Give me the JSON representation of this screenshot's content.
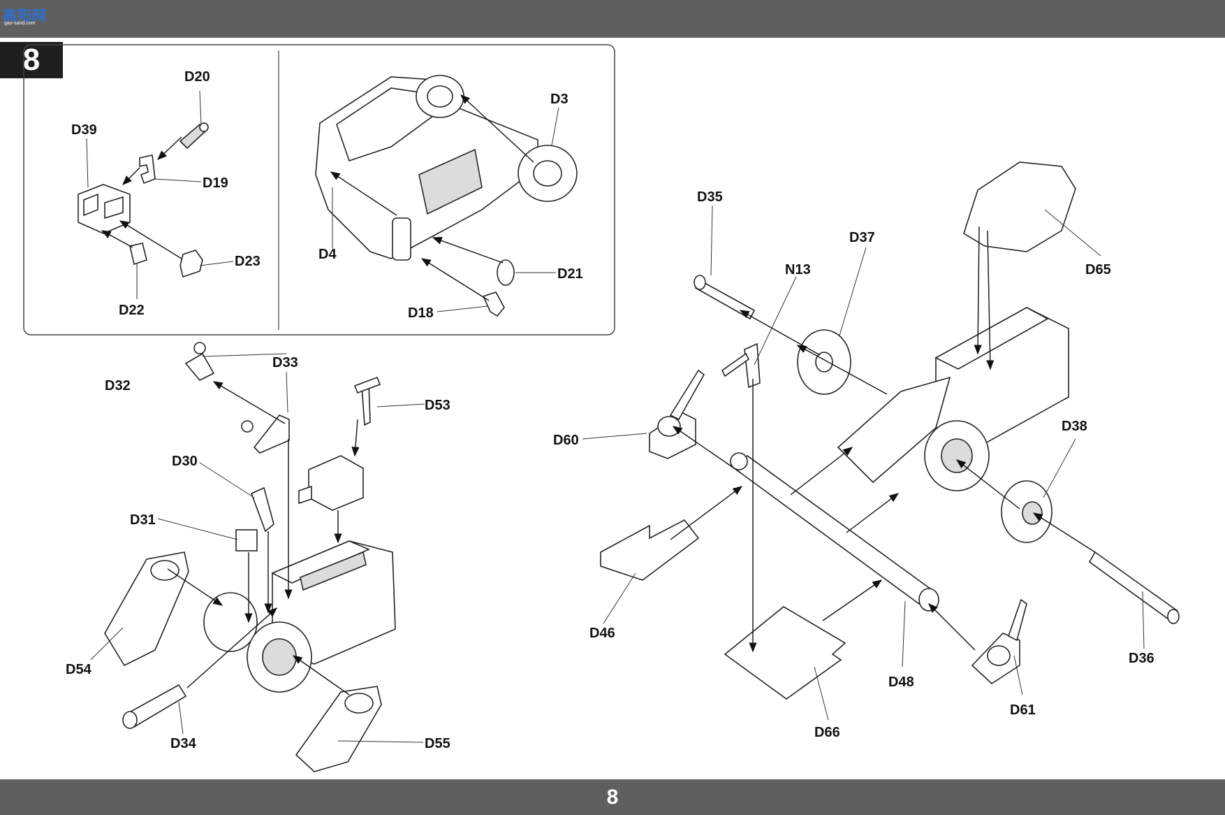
{
  "header": {
    "logo_text": "高阳网",
    "logo_sub": "gao-sand.com"
  },
  "step_number": "8",
  "page_number": "8",
  "callouts": {
    "inset_left": [
      "D20",
      "D39",
      "D19",
      "D23",
      "D22"
    ],
    "inset_right": [
      "D3",
      "D4",
      "D21",
      "D18"
    ],
    "lower_left": [
      "D33",
      "D32",
      "D53",
      "D30",
      "D31",
      "D54",
      "D34",
      "D55"
    ],
    "right": [
      "D35",
      "D37",
      "N13",
      "D65",
      "D60",
      "D38",
      "D46",
      "D36",
      "D48",
      "D61",
      "D66"
    ]
  }
}
